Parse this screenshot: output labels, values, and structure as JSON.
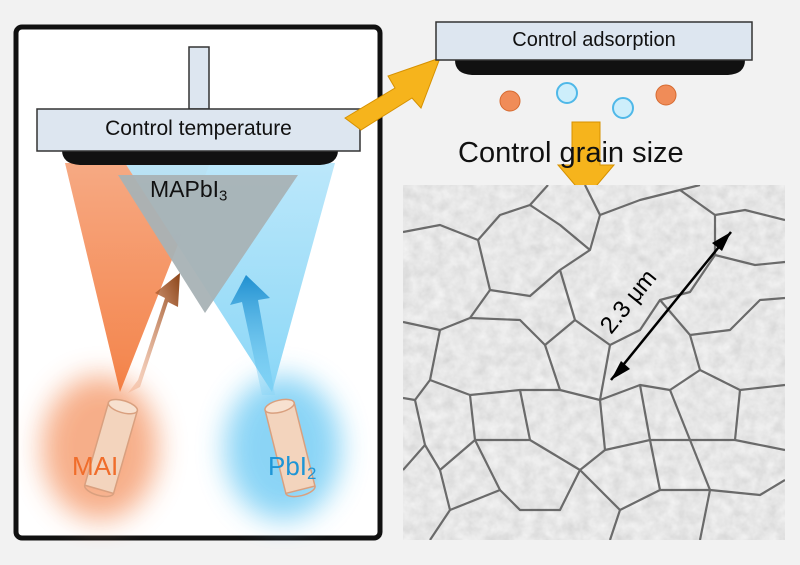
{
  "left_panel": {
    "control_temperature": "Control temperature",
    "product_formula": "MAPbI",
    "product_subscript": "3",
    "source_left": "MAI",
    "source_right_formula": "PbI",
    "source_right_subscript": "2"
  },
  "right_panel": {
    "control_adsorption": "Control adsorption",
    "control_grain_size": "Control grain size",
    "scale_bar": "2.3 μm"
  },
  "colors": {
    "orange": "#f08c58",
    "blue": "#6ccaf3",
    "gray_cone": "#a9b3b5",
    "arrow_yellow": "#f6b41c",
    "box_fill": "#dde6f0",
    "frame": "#111111"
  }
}
